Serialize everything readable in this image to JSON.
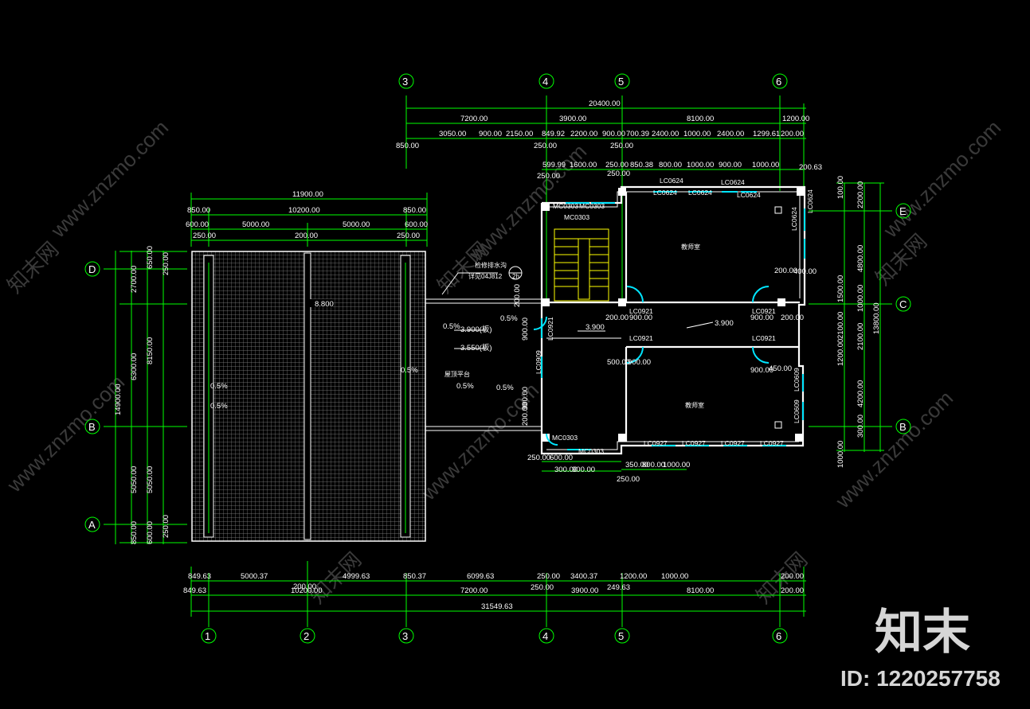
{
  "axes_top": [
    {
      "id": "3",
      "label": "3"
    },
    {
      "id": "4",
      "label": "4"
    },
    {
      "id": "5",
      "label": "5"
    },
    {
      "id": "6",
      "label": "6"
    }
  ],
  "axes_bottom": [
    {
      "id": "1",
      "label": "1"
    },
    {
      "id": "2",
      "label": "2"
    },
    {
      "id": "3",
      "label": "3"
    },
    {
      "id": "4",
      "label": "4"
    },
    {
      "id": "5",
      "label": "5"
    },
    {
      "id": "6",
      "label": "6"
    }
  ],
  "axes_left": [
    {
      "id": "D",
      "label": "D"
    },
    {
      "id": "B",
      "label": "B"
    },
    {
      "id": "A",
      "label": "A"
    }
  ],
  "axes_right": [
    {
      "id": "E",
      "label": "E"
    },
    {
      "id": "C",
      "label": "C"
    },
    {
      "id": "B",
      "label": "B"
    }
  ],
  "top_dims": {
    "total": "20400.00",
    "row2": [
      "7200.00",
      "3900.00",
      "8100.00",
      "1200.00"
    ],
    "row3": [
      "3050.00",
      "900.00",
      "2150.00",
      "849.92",
      "2200.00",
      "900.00",
      "700.39",
      "2400.00",
      "1000.00",
      "2400.00",
      "1299.61",
      "200.00"
    ],
    "row3b": [
      "850.00",
      "250.00",
      "250.00"
    ],
    "row4": [
      "599.99",
      "1600.00",
      "250.00",
      "850.38",
      "800.00",
      "1000.00",
      "900.00",
      "1000.00",
      "200.63"
    ]
  },
  "terrace_dims": {
    "total": "11900.00",
    "row2": [
      "850.00",
      "10200.00",
      "850.00"
    ],
    "row3": [
      "600.00",
      "5000.00",
      "5000.00",
      "600.00"
    ],
    "row4": [
      "250.00",
      "200.00",
      "250.00"
    ]
  },
  "left_dims": {
    "total": "14900.00",
    "row2": [
      "2700.00",
      "6300.00",
      "5050.00",
      "850.00"
    ],
    "row3": [
      "650.00",
      "8150.00",
      "5050.00",
      "600.00"
    ],
    "row4": [
      "250.00",
      "250.00"
    ]
  },
  "right_dims": {
    "total": "13800.00",
    "row2": [
      "2200.00",
      "4800.00",
      "1000.00",
      "2100.00",
      "4200.00",
      "300.00"
    ],
    "row3": [
      "1500.00",
      "2100.00",
      "1200.00",
      "1000.00",
      "100.00"
    ]
  },
  "bottom_dims": {
    "total": "31549.63",
    "row1": [
      "849.63",
      "5000.37",
      "4999.63",
      "850.37",
      "6099.63",
      "250.00",
      "3400.37",
      "1200.00",
      "1000.00",
      "200.00"
    ],
    "row2": [
      "849.63",
      "10200.00",
      "7200.00",
      "250.00",
      "3900.00",
      "249.63",
      "8100.00",
      "200.00"
    ],
    "row_small": [
      "200.00"
    ]
  },
  "plan_dims": {
    "bottom_local": [
      "250.00",
      "300.00",
      "600.00",
      "900.00",
      "350.00",
      "800.00",
      "1000.00",
      "250.00"
    ],
    "inner": [
      "200.00",
      "400.00",
      "200.00",
      "900.00",
      "900.00",
      "200.00",
      "500.00",
      "900.00",
      "450.00",
      "900.00",
      "200.00"
    ]
  },
  "elevations": {
    "terrace": "8.800",
    "link_top": "3.900(板)",
    "link_bottom": "3.550(板)",
    "corridor": "3.900",
    "hall": "3.900"
  },
  "slopes": [
    "0.5%",
    "0.5%",
    "0.5%",
    "0.5%",
    "0.5%",
    "0.5%",
    "0.5%"
  ],
  "notes": {
    "drain": "详见04J812",
    "drain_title": "检修排水沟",
    "mark": "2h",
    "roof_label": "屋顶平台"
  },
  "rooms": {
    "north": "教师室",
    "south": "教师室"
  },
  "windows": {
    "top": [
      "LC0624",
      "LC0624",
      "LC0624",
      "LC0624",
      "LC0624"
    ],
    "right": [
      "LC0624",
      "LC0624"
    ],
    "mid": [
      "LC0921",
      "LC0921",
      "LC0921",
      "LC0921"
    ],
    "south": [
      "LC0927",
      "LC0927",
      "LC0927",
      "LC0927"
    ],
    "east": [
      "LC0609",
      "LC0609"
    ],
    "west": [
      "LC0921",
      "LC0909"
    ],
    "doors": [
      "MC0303",
      "MC0303",
      "MC0303",
      "MC0303",
      "MC0303"
    ]
  },
  "watermark": {
    "logo_text": "知末",
    "id_label": "ID: 1220257758",
    "site": "www.znzmo.com",
    "brand": "知末网"
  },
  "colors": {
    "background": "#000000",
    "dimension": "#00ff00",
    "wall": "#ffffff",
    "window": "#00e5ff",
    "stair": "#ffff00"
  }
}
